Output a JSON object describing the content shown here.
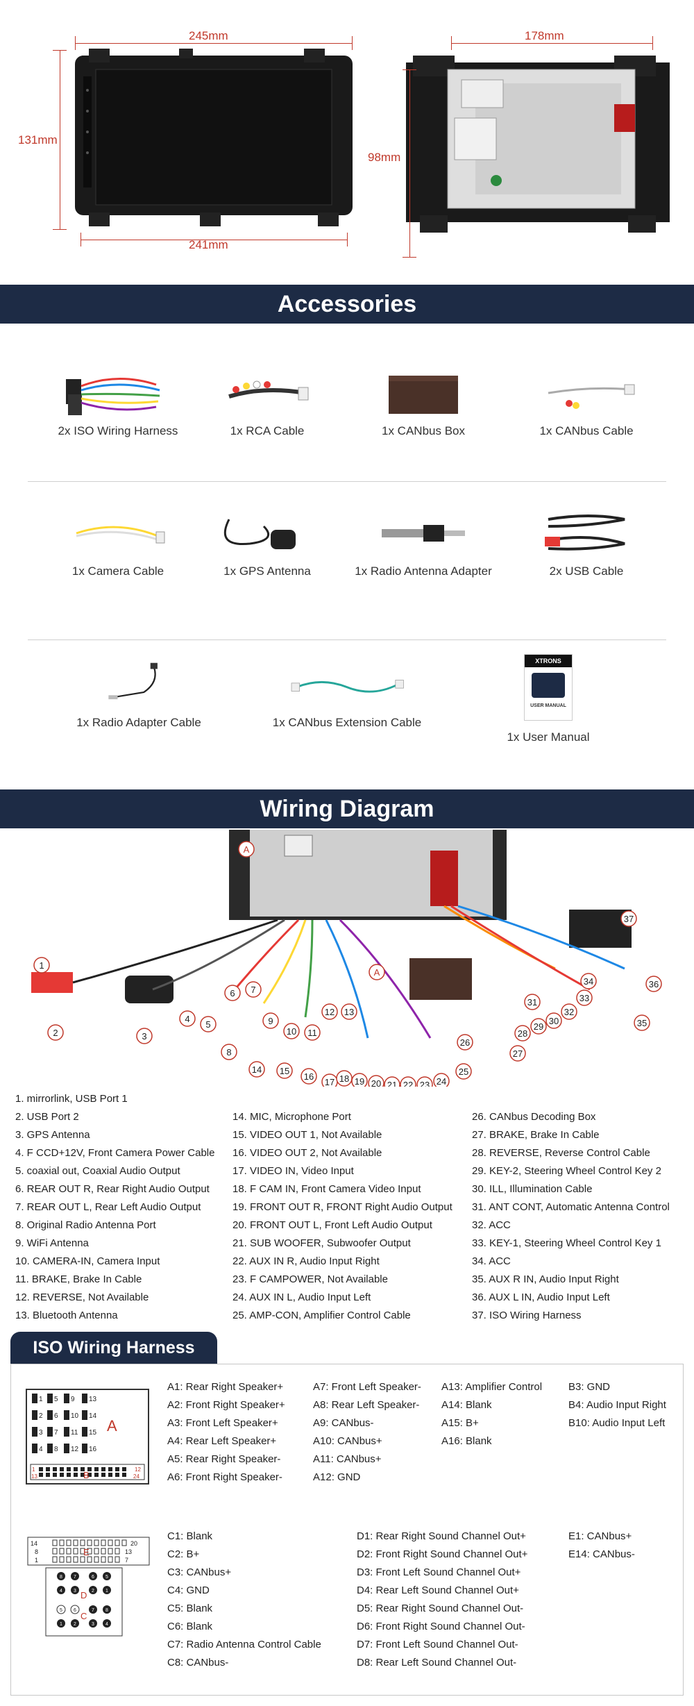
{
  "dimensions": {
    "front_width_top": "245mm",
    "front_height": "131mm",
    "front_width_bottom": "241mm",
    "back_width": "178mm",
    "back_depth": "98mm"
  },
  "sections": {
    "accessories_title": "Accessories",
    "wiring_title": "Wiring Diagram",
    "iso_title": "ISO Wiring Harness"
  },
  "brand": {
    "logo_text": "XTRONS",
    "manual_label": "USER MANUAL"
  },
  "accessories": [
    {
      "label": "2x ISO Wiring Harness",
      "icon": "wiring-harness-icon"
    },
    {
      "label": "1x RCA Cable",
      "icon": "rca-cable-icon"
    },
    {
      "label": "1x CANbus Box",
      "icon": "canbus-box-icon"
    },
    {
      "label": "1x CANbus Cable",
      "icon": "canbus-cable-icon"
    },
    {
      "label": "1x Camera Cable",
      "icon": "camera-cable-icon"
    },
    {
      "label": "1x GPS Antenna",
      "icon": "gps-antenna-icon"
    },
    {
      "label": "1x Radio Antenna Adapter",
      "icon": "antenna-adapter-icon"
    },
    {
      "label": "2x USB Cable",
      "icon": "usb-cable-icon"
    },
    {
      "label": "1x Radio Adapter Cable",
      "icon": "radio-adapter-cable-icon"
    },
    {
      "label": "1x CANbus Extension Cable",
      "icon": "canbus-extension-icon"
    },
    {
      "label": "1x User Manual",
      "icon": "user-manual-icon"
    }
  ],
  "diagram_callouts": [
    "1",
    "2",
    "3",
    "4",
    "5",
    "6",
    "7",
    "8",
    "9",
    "10",
    "11",
    "12",
    "13",
    "14",
    "15",
    "16",
    "17",
    "18",
    "19",
    "20",
    "21",
    "22",
    "23",
    "24",
    "25",
    "26",
    "27",
    "28",
    "29",
    "30",
    "31",
    "32",
    "33",
    "34",
    "35",
    "36",
    "37",
    "A",
    "A"
  ],
  "legend": {
    "col1": [
      "1. mirrorlink, USB Port 1",
      "2. USB Port 2",
      "3. GPS Antenna",
      "4. F CCD+12V, Front Camera Power Cable",
      "5. coaxial out, Coaxial Audio Output",
      "6. REAR OUT R, Rear Right Audio Output",
      "7. REAR OUT L, Rear Left Audio Output",
      "8. Original Radio Antenna Port",
      "9. WiFi Antenna",
      "10. CAMERA-IN, Camera Input",
      "11. BRAKE, Brake In Cable",
      "12. REVERSE, Not Available",
      "13. Bluetooth Antenna"
    ],
    "col2": [
      "14. MIC, Microphone Port",
      "15. VIDEO OUT 1, Not Available",
      "16. VIDEO OUT 2, Not Available",
      "17. VIDEO IN, Video Input",
      "18. F CAM IN, Front Camera Video Input",
      "19. FRONT OUT R, FRONT Right Audio Output",
      "20. FRONT OUT L, Front Left Audio Output",
      "21. SUB WOOFER, Subwoofer Output",
      "22. AUX IN R, Audio Input Right",
      "23. F CAMPOWER, Not Available",
      "24. AUX IN L, Audio Input Left",
      "25. AMP-CON, Amplifier Control Cable"
    ],
    "col3": [
      "26. CANbus Decoding Box",
      "27. BRAKE, Brake In Cable",
      "28. REVERSE, Reverse Control Cable",
      "29. KEY-2, Steering Wheel Control Key 2",
      "30. ILL, Illumination Cable",
      "31. ANT CONT, Automatic Antenna Control",
      "32. ACC",
      "33. KEY-1, Steering Wheel Control Key 1",
      "34. ACC",
      "35. AUX R IN, Audio Input Right",
      "36. AUX L IN, Audio Input Left",
      "37. ISO Wiring Harness"
    ]
  },
  "iso_connector_ab": {
    "top_pins": [
      "1",
      "5",
      "9",
      "13",
      "2",
      "6",
      "10",
      "14",
      "3",
      "7",
      "11",
      "15",
      "4",
      "8",
      "12",
      "16"
    ],
    "label_a": "A",
    "label_b": "B",
    "b_row_left": "13",
    "b_row_left_top": "1",
    "b_row_right": "24",
    "b_row_right_top": "12"
  },
  "iso_ab_pins": {
    "col1": [
      "A1: Rear Right Speaker+",
      "A2: Front Right Speaker+",
      "A3: Front Left Speaker+",
      "A4: Rear Left Speaker+",
      "A5: Rear Right Speaker-",
      "A6: Front Right Speaker-"
    ],
    "col2": [
      "A7: Front Left Speaker-",
      "A8: Rear Left Speaker-",
      "A9: CANbus-",
      "A10: CANbus+",
      "A11: CANbus+",
      "A12: GND"
    ],
    "col3": [
      "A13: Amplifier Control",
      "A14: Blank",
      "A15: B+",
      "A16: Blank"
    ],
    "col4": [
      "B3: GND",
      "B4: Audio Input Right",
      "B10: Audio Input Left"
    ]
  },
  "iso_connector_cde": {
    "pin_14": "14",
    "pin_8": "8",
    "pin_1": "1",
    "pin_20": "20",
    "pin_13": "13",
    "pin_7": "7",
    "label_e": "E",
    "label_d": "D",
    "label_c": "C",
    "d_pins": [
      "1",
      "2",
      "3",
      "4",
      "5",
      "6",
      "7",
      "8"
    ],
    "c_pins": [
      "1",
      "2",
      "3",
      "4",
      "5",
      "6",
      "7",
      "8"
    ]
  },
  "iso_cde_pins": {
    "col1": [
      "C1: Blank",
      "C2: B+",
      "C3: CANbus+",
      "C4: GND",
      "C5: Blank",
      "C6: Blank",
      "C7: Radio Antenna Control Cable",
      "C8: CANbus-"
    ],
    "col2": [
      "D1: Rear Right Sound Channel Out+",
      "D2: Front Right Sound Channel Out+",
      "D3: Front Left Sound Channel Out+",
      "D4: Rear Left Sound Channel Out+",
      "D5: Rear Right Sound Channel Out-",
      "D6: Front Right Sound Channel Out-",
      "D7: Front Left Sound Channel Out-",
      "D8: Rear Left Sound Channel Out-"
    ],
    "col3": [
      "E1: CANbus+",
      "E14: CANbus-"
    ]
  },
  "colors": {
    "navy": "#1d2b45",
    "dimension_red": "#c0392b",
    "callout_red": "#c0392b"
  }
}
